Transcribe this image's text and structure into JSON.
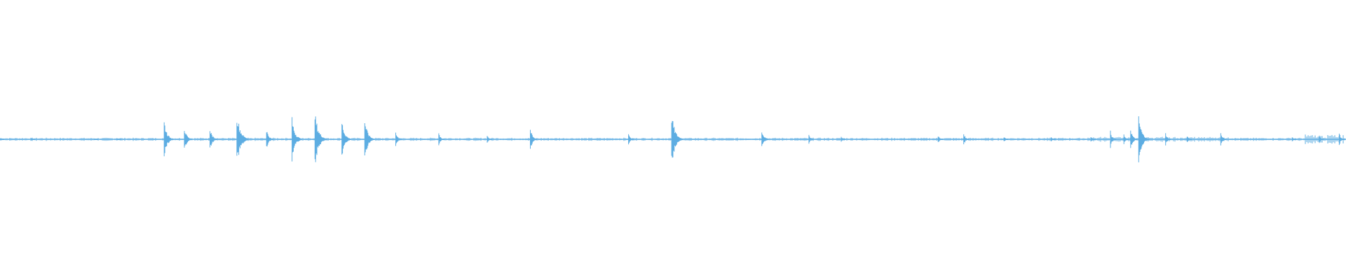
{
  "waveform": {
    "color": "#5dade2",
    "peaks": [
      {
        "pos": 0.0,
        "amp": 0.03
      },
      {
        "pos": 0.023,
        "amp": 0.03
      },
      {
        "pos": 0.07,
        "amp": 0.02
      },
      {
        "pos": 0.087,
        "amp": 0.03
      },
      {
        "pos": 0.122,
        "amp": 0.42
      },
      {
        "pos": 0.137,
        "amp": 0.27
      },
      {
        "pos": 0.156,
        "amp": 0.26
      },
      {
        "pos": 0.176,
        "amp": 0.58
      },
      {
        "pos": 0.198,
        "amp": 0.24
      },
      {
        "pos": 0.217,
        "amp": 0.46
      },
      {
        "pos": 0.234,
        "amp": 0.58
      },
      {
        "pos": 0.254,
        "amp": 0.42
      },
      {
        "pos": 0.271,
        "amp": 0.44
      },
      {
        "pos": 0.294,
        "amp": 0.16
      },
      {
        "pos": 0.326,
        "amp": 0.14
      },
      {
        "pos": 0.362,
        "amp": 0.1
      },
      {
        "pos": 0.394,
        "amp": 0.24
      },
      {
        "pos": 0.467,
        "amp": 0.14
      },
      {
        "pos": 0.499,
        "amp": 0.56
      },
      {
        "pos": 0.566,
        "amp": 0.22
      },
      {
        "pos": 0.601,
        "amp": 0.11
      },
      {
        "pos": 0.625,
        "amp": 0.06
      },
      {
        "pos": 0.697,
        "amp": 0.09
      },
      {
        "pos": 0.716,
        "amp": 0.14
      },
      {
        "pos": 0.746,
        "amp": 0.06
      },
      {
        "pos": 0.781,
        "amp": 0.06
      },
      {
        "pos": 0.811,
        "amp": 0.06
      },
      {
        "pos": 0.825,
        "amp": 0.18
      },
      {
        "pos": 0.835,
        "amp": 0.1
      },
      {
        "pos": 0.84,
        "amp": 0.24
      },
      {
        "pos": 0.846,
        "amp": 0.5
      },
      {
        "pos": 0.866,
        "amp": 0.14
      },
      {
        "pos": 0.882,
        "amp": 0.08
      },
      {
        "pos": 0.907,
        "amp": 0.14
      },
      {
        "pos": 0.96,
        "amp": 0.06
      },
      {
        "pos": 0.98,
        "amp": 0.1
      },
      {
        "pos": 0.995,
        "amp": 0.14
      }
    ]
  }
}
